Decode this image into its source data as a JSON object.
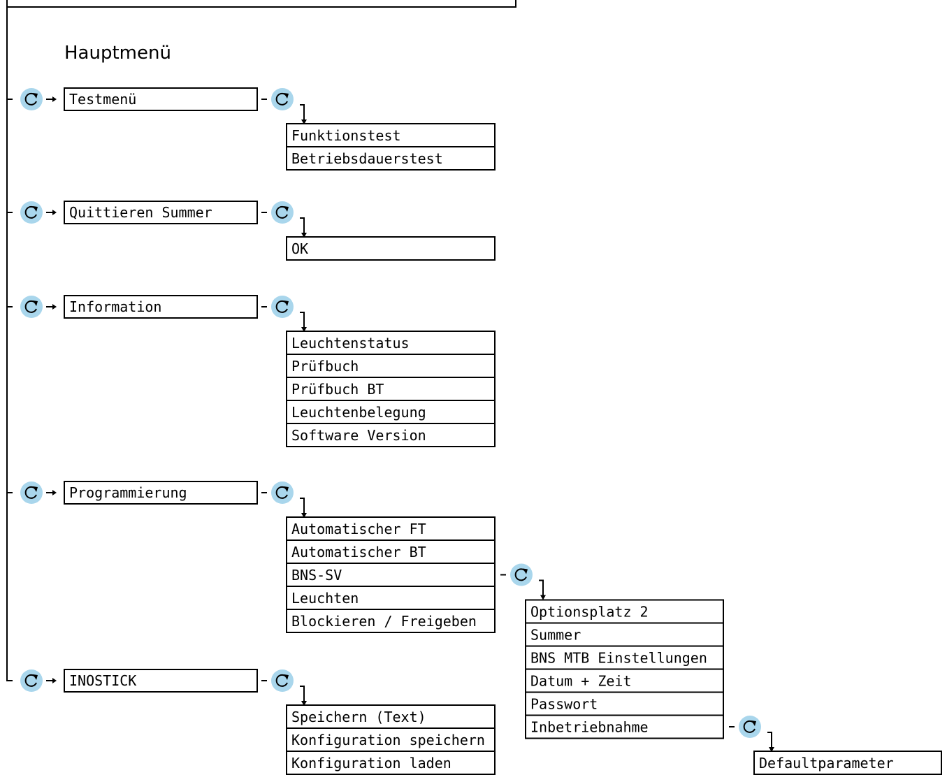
{
  "title": "Hauptmenü",
  "colors": {
    "accent_circle": "#a9d6ec",
    "line": "#000000",
    "box_fill": "#ffffff"
  },
  "icons": {
    "rotate": "rotate-knob-icon",
    "arrow": "arrow-right-icon"
  },
  "menu": [
    {
      "label": "Testmenü",
      "items": [
        "Funktionstest",
        "Betriebsdauerstest"
      ]
    },
    {
      "label": "Quittieren Summer",
      "items": [
        "OK"
      ]
    },
    {
      "label": "Information",
      "items": [
        "Leuchtenstatus",
        "Prüfbuch",
        "Prüfbuch BT",
        "Leuchtenbelegung",
        "Software Version"
      ]
    },
    {
      "label": "Programmierung",
      "items": [
        "Automatischer FT",
        "Automatischer BT",
        "BNS-SV",
        "Leuchten",
        "Blockieren / Freigeben"
      ],
      "submenu": {
        "parent": "BNS-SV",
        "items": [
          "Optionsplatz 2",
          "Summer",
          "BNS MTB Einstellungen",
          "Datum + Zeit",
          "Passwort",
          "Inbetriebnahme"
        ],
        "submenu": {
          "parent": "Inbetriebnahme",
          "items": [
            "Defaultparameter"
          ]
        }
      }
    },
    {
      "label": "INOSTICK",
      "items": [
        "Speichern (Text)",
        "Konfiguration speichern",
        "Konfiguration laden"
      ]
    }
  ]
}
